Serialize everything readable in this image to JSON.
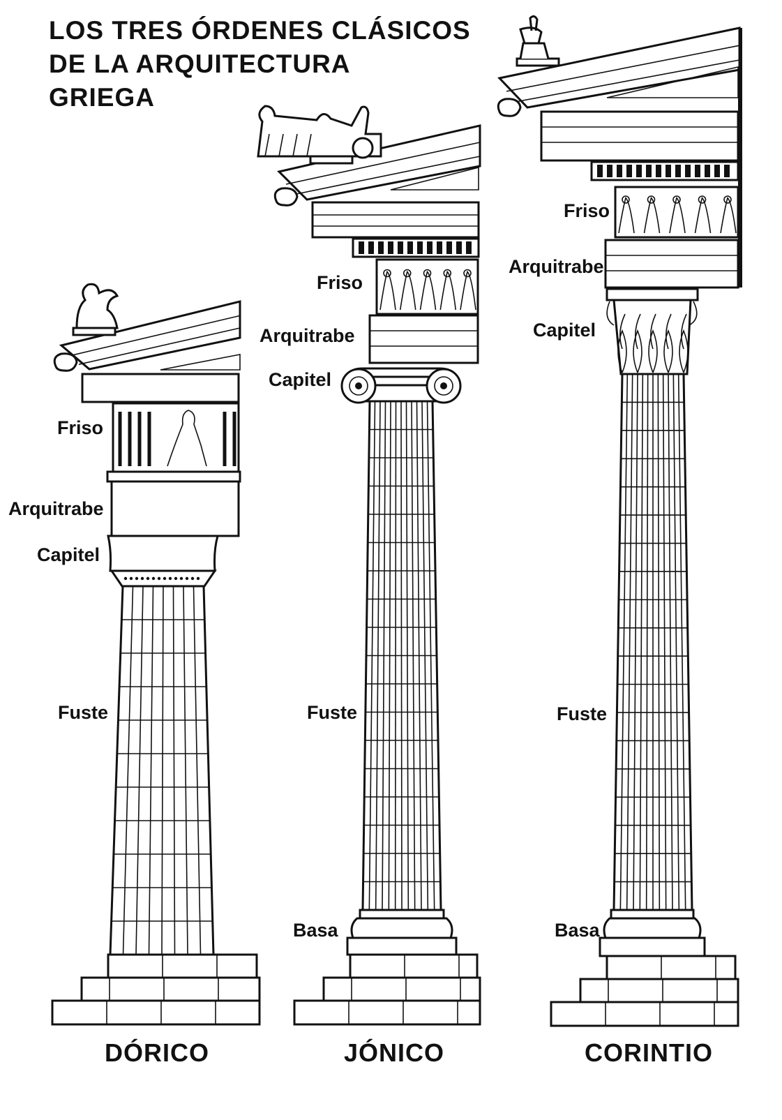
{
  "title": {
    "line1": "LOS TRES ÓRDENES CLÁSICOS",
    "line2": "DE LA ARQUITECTURA",
    "line3": "GRIEGA"
  },
  "orders": {
    "doric": {
      "name": "DÓRICO",
      "labels": {
        "friso": "Friso",
        "arquitrabe": "Arquitrabe",
        "capitel": "Capitel",
        "fuste": "Fuste"
      }
    },
    "ionic": {
      "name": "JÓNICO",
      "labels": {
        "friso": "Friso",
        "arquitrabe": "Arquitrabe",
        "capitel": "Capitel",
        "fuste": "Fuste",
        "basa": "Basa"
      }
    },
    "corinthian": {
      "name": "CORINTIO",
      "labels": {
        "friso": "Friso",
        "arquitrabe": "Arquitrabe",
        "capitel": "Capitel",
        "fuste": "Fuste",
        "basa": "Basa"
      }
    }
  },
  "colors": {
    "ink": "#111111",
    "paper": "#ffffff"
  }
}
